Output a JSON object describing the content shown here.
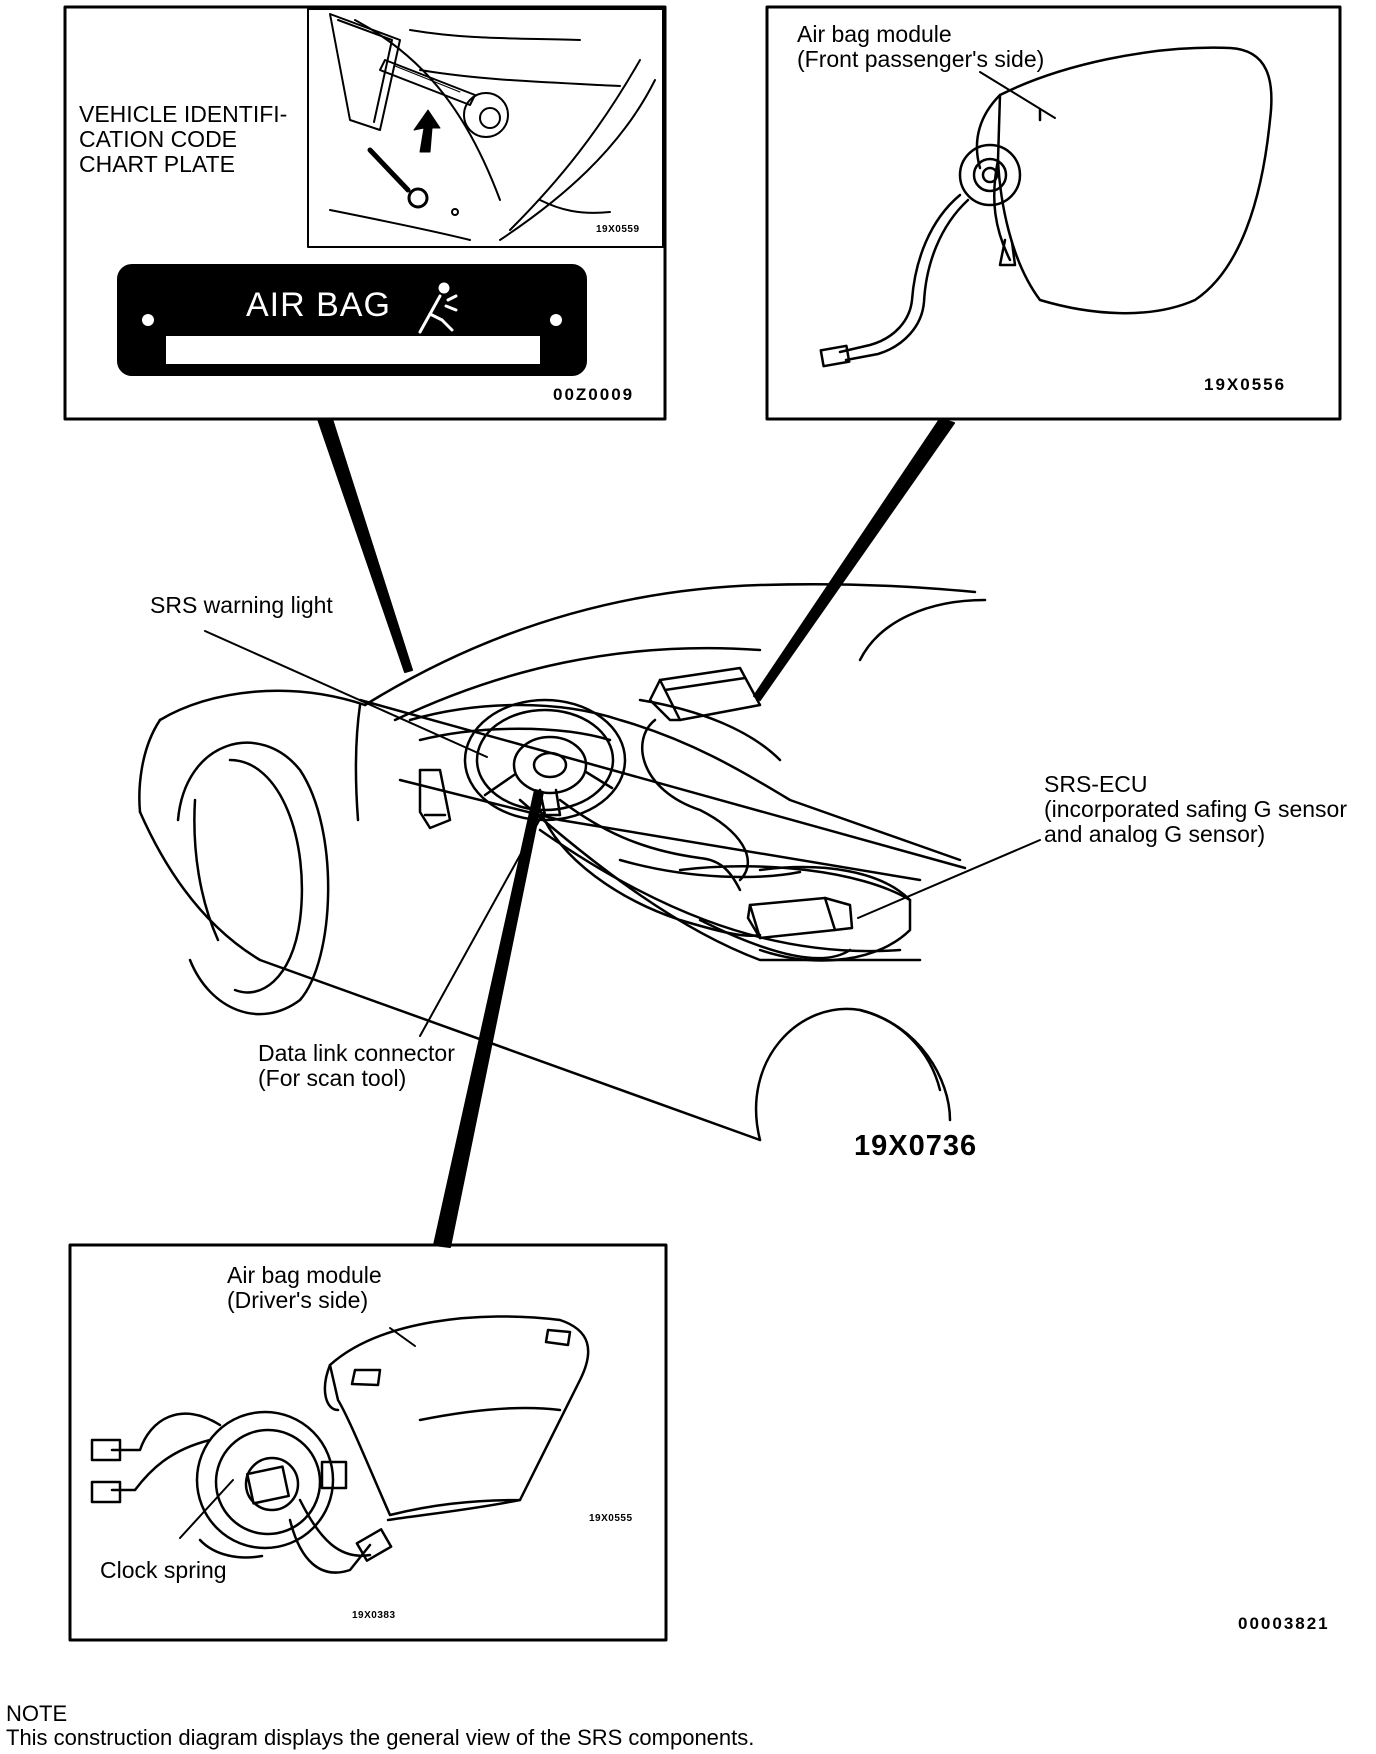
{
  "top_left_box": {
    "label_lines": [
      "VEHICLE IDENTIFI-",
      "CATION CODE",
      "CHART PLATE"
    ],
    "inset_code": "19X0559",
    "plate_text": "AIR BAG",
    "plate_code": "00Z0009"
  },
  "top_right_box": {
    "title_lines": [
      "Air bag module",
      "(Front passenger's side)"
    ],
    "code": "19X0556"
  },
  "main_view": {
    "srs_warning_light": "SRS warning light",
    "srs_ecu_lines": [
      "SRS-ECU",
      "(incorporated safing G sensor",
      "and analog G sensor)"
    ],
    "data_link_lines": [
      "Data link connector",
      "(For scan tool)"
    ],
    "code": "19X0736"
  },
  "bottom_box": {
    "title_lines": [
      "Air bag module",
      "(Driver's side)"
    ],
    "clock_spring": "Clock spring",
    "code_module": "19X0555",
    "code_spring": "19X0383"
  },
  "figure_code": "00003821",
  "note": {
    "heading": "NOTE",
    "text": "This construction diagram displays the general view of the SRS components."
  },
  "colors": {
    "ink": "#000000",
    "paper": "#ffffff"
  }
}
